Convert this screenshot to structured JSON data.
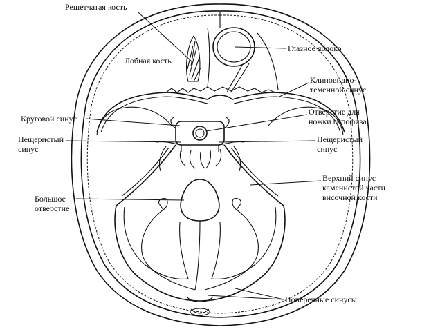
{
  "labels": {
    "ethmoid": "Решетчатая кость",
    "frontal": "Лобная кость",
    "eyeball": "Глазное яблоко",
    "sphenoparietal_1": "Клиновидно-",
    "sphenoparietal_2": "теменной синус",
    "circular": "Круговой синус",
    "pituitary_1": "Отверстие для",
    "pituitary_2": "ножки гипофиза",
    "cavernous_left_1": "Пещеристый",
    "cavernous_left_2": "синус",
    "cavernous_right_1": "Пещеристый",
    "cavernous_right_2": "синус",
    "petrosal_1": "Верхний синус",
    "petrosal_2": "каменистой части",
    "petrosal_3": "височной кости",
    "foramen_1": "Большое",
    "foramen_2": "отверстие",
    "transverse": "Поперечные синусы"
  }
}
